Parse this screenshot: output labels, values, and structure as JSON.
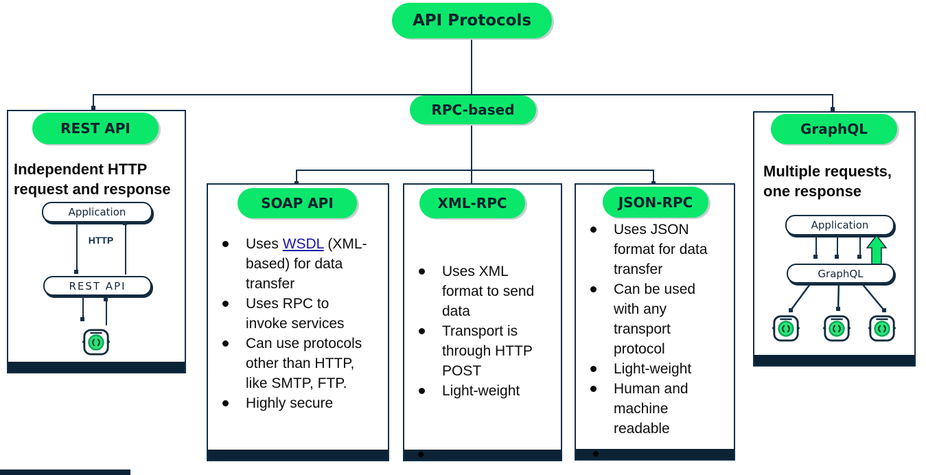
{
  "diagram": {
    "root_label": "API Protocols",
    "rpc_label": "RPC-based"
  },
  "rest": {
    "title": "REST API",
    "description": "Independent HTTP request and response",
    "application_label": "Application",
    "http_label": "HTTP",
    "rest_api_label": "REST API"
  },
  "soap": {
    "title": "SOAP API",
    "bullet_wsdl": {
      "pre": "Uses ",
      "link": "WSDL",
      "post": " (XML-based) for data transfer"
    },
    "bullets": [
      "Uses RPC to invoke services",
      "Can use protocols other than HTTP, like SMTP, FTP.",
      "Highly secure"
    ]
  },
  "xml_rpc": {
    "title": "XML-RPC",
    "bullets": [
      "Uses XML format to send data",
      "Transport is through HTTP POST",
      "Light-weight"
    ]
  },
  "json_rpc": {
    "title": "JSON-RPC",
    "bullets": [
      "Uses JSON format for data transfer",
      "Can be used with any transport protocol",
      "Light-weight",
      "Human and machine readable"
    ]
  },
  "graphql": {
    "title": "GraphQL",
    "description": "Multiple requests, one response",
    "application_label": "Application",
    "graphql_label": "GraphQL"
  },
  "colors": {
    "accent_green": "#0BE76A",
    "line_navy": "#143049",
    "bar_navy": "#0B2334",
    "link_blue": "#1A12AB"
  }
}
